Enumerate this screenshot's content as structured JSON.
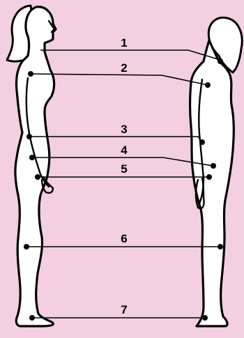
{
  "background_color": "#f3cfe1",
  "line_color": "#000000",
  "markers": [
    {
      "label": "1"
    },
    {
      "label": "2"
    },
    {
      "label": "3"
    },
    {
      "label": "4"
    },
    {
      "label": "5"
    },
    {
      "label": "6"
    },
    {
      "label": "7"
    }
  ]
}
